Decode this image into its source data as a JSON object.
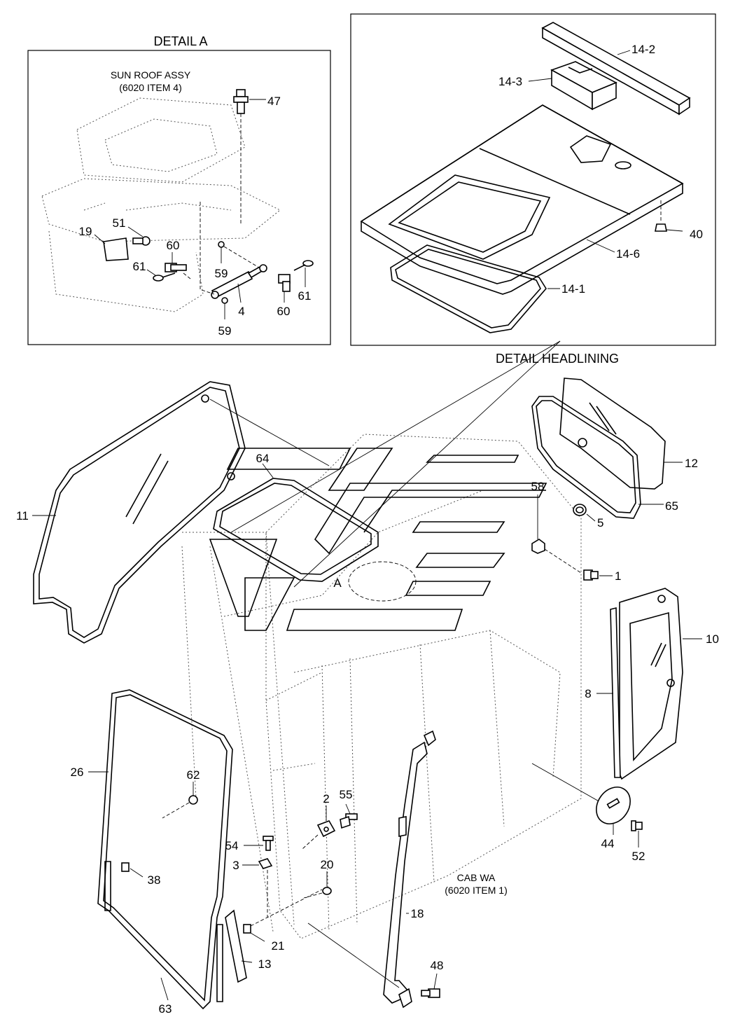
{
  "detail_a": {
    "title": "DETAIL A",
    "note_line1": "SUN ROOF ASSY",
    "note_line2": "(6020 ITEM 4)"
  },
  "detail_headlining": {
    "title": "DETAIL HEADLINING"
  },
  "cab_note": {
    "line1": "CAB WA",
    "line2": "(6020 ITEM 1)"
  },
  "detail_marker": "A",
  "callouts": {
    "c47": "47",
    "c51": "51",
    "c19": "19",
    "c60a": "60",
    "c61a": "61",
    "c59a": "59",
    "c60b": "60",
    "c61b": "61",
    "c4": "4",
    "c59b": "59",
    "c14_2": "14-2",
    "c14_3": "14-3",
    "c40": "40",
    "c14_6": "14-6",
    "c14_1": "14-1",
    "c64": "64",
    "c11": "11",
    "c12": "12",
    "c65": "65",
    "c58": "58",
    "c5": "5",
    "c1": "1",
    "c10": "10",
    "c8": "8",
    "c26": "26",
    "c62": "62",
    "c2": "2",
    "c55": "55",
    "c54": "54",
    "c3": "3",
    "c20": "20",
    "c38": "38",
    "c44": "44",
    "c52": "52",
    "c18": "18",
    "c21": "21",
    "c13": "13",
    "c63": "63",
    "c48": "48"
  }
}
